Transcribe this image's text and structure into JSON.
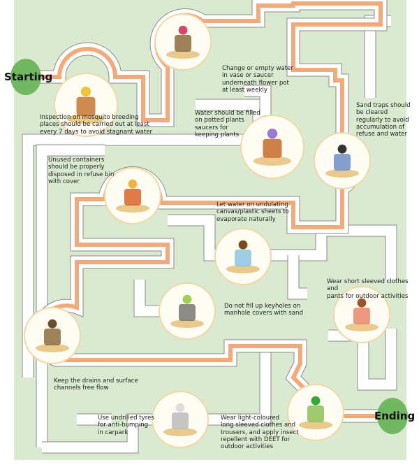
{
  "start_label": "Starting",
  "end_label": "Ending",
  "colors": {
    "panel": "#d9ead0",
    "path": "#f4a97a",
    "track": "#ffffff",
    "node": "#72b862"
  },
  "steps": [
    {
      "id": "inspection",
      "icon": "worker-inspecting-icon",
      "text": "Inspection on mosquito breeding\nplaces should be carried out at least\nevery 7 days to avoid stagnant water"
    },
    {
      "id": "flower-pot",
      "icon": "flower-pots-icon",
      "text": "Change or empty water\nin vase or saucer\nunderneath flower pot\nat least weekly"
    },
    {
      "id": "potted-plant",
      "icon": "potted-plant-icon",
      "text": "Water should be filled\non potted plants\nsaucers for\nkeeping plants"
    },
    {
      "id": "sand-traps",
      "icon": "man-clearing-sand-trap-icon",
      "text": "Sand traps should\nbe cleared\nregularly to avoid\naccumulation of\nrefuse and water"
    },
    {
      "id": "containers",
      "icon": "refuse-bin-icon",
      "text": "Unused containers\nshould be properly\ndisposed in refuse bin\nwith cover"
    },
    {
      "id": "canvas",
      "icon": "wet-canvas-icon",
      "text": "Let water on undulating\ncanvas/plastic sheets to\nevaporate naturally"
    },
    {
      "id": "short-sleeved",
      "icon": "woman-outdoor-icon",
      "text": "Wear short sleeved clothes and\npants for outdoor activities"
    },
    {
      "id": "keyholes",
      "icon": "manhole-cover-icon",
      "text": "Do not fill up keyholes on\nmanhole covers with sand"
    },
    {
      "id": "drains",
      "icon": "drain-icon",
      "text": "Keep the drains and surface\nchannels free flow"
    },
    {
      "id": "tyres",
      "icon": "tyres-icon",
      "text": "Use undrilled tyres\nfor anti-bumping\nin carpark"
    },
    {
      "id": "light-coloured",
      "icon": "couple-outdoor-icon",
      "text": "Wear light-coloured\nlong sleeved clothes and\ntrousers, and apply insect\nrepellent with DEET for\noutdoor activities"
    }
  ]
}
